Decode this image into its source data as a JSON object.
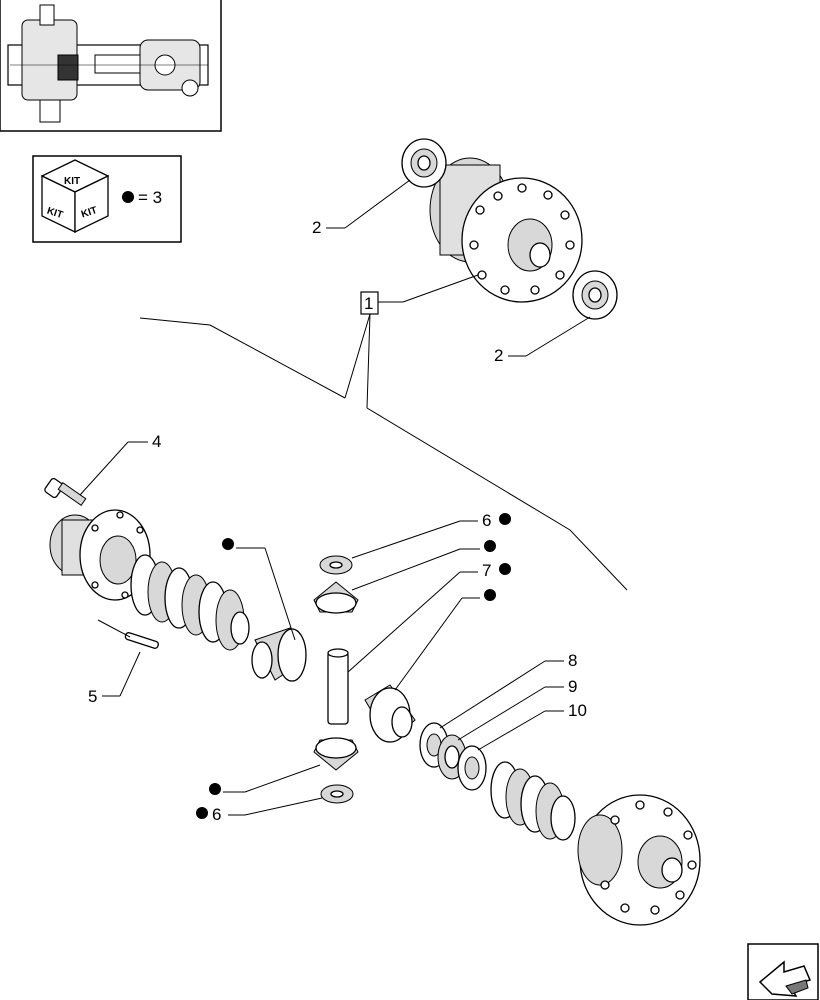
{
  "kit_legend": {
    "box_labels": [
      "KIT",
      "KIT",
      "KIT"
    ],
    "equation": "= 3"
  },
  "callouts": {
    "c1": "1",
    "c2a": "2",
    "c2b": "2",
    "c4": "4",
    "c5": "5",
    "c6a": "6",
    "c6b": "6",
    "c7": "7",
    "c8": "8",
    "c9": "9",
    "c10": "10"
  }
}
